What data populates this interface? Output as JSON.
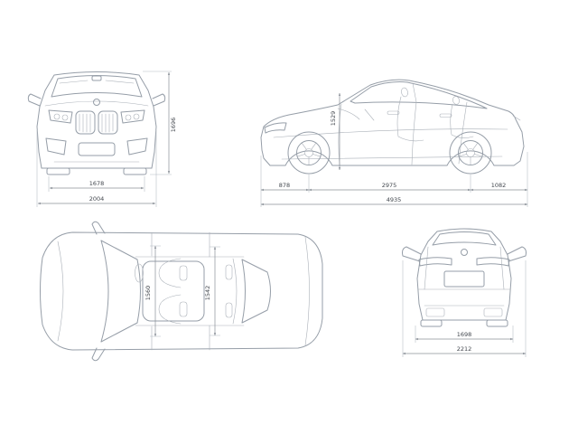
{
  "diagram": {
    "background": "#ffffff",
    "line_color": "#969ea8",
    "dimension_line_color": "#8b9199",
    "label_color": "#41464d",
    "views": {
      "front": {
        "overall_height": "1696",
        "front_track": "1678",
        "overall_width": "2004"
      },
      "side": {
        "front_overhang": "878",
        "wheelbase": "2975",
        "rear_overhang": "1082",
        "overall_length": "4935",
        "cabin_height": "1529"
      },
      "top": {
        "front_interior_width": "1560",
        "rear_interior_width": "1542"
      },
      "rear": {
        "rear_track": "1698",
        "width_incl_mirrors": "2212"
      }
    }
  }
}
